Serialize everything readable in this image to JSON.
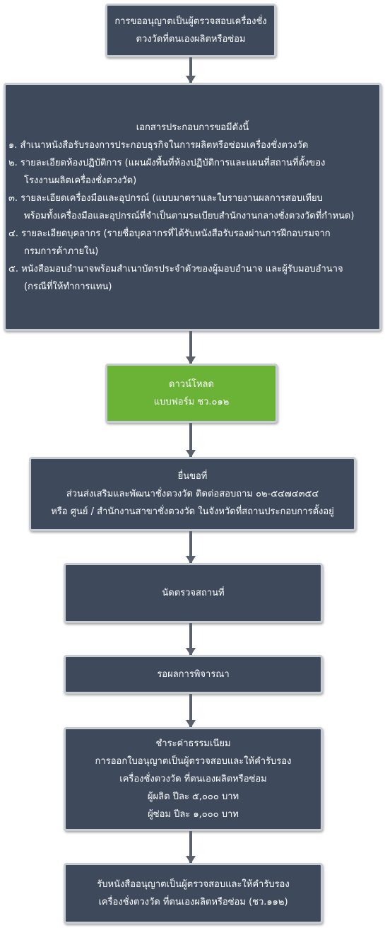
{
  "step1": {
    "lines": [
      "การขออนุญาตเป็นผู้ตรวจสอบเครื่องชั่ง",
      "ตวงวัดที่ตนเองผลิตหรือซ่อม"
    ]
  },
  "step2": {
    "heading": "เอกสารประกอบการขอมีดังนี้",
    "items": [
      {
        "rows": [
          "๑. สำเนาหนังสือรับรองการประกอบธุรกิจในการผลิตหรือซ่อมเครื่องชั่งตวงวัด"
        ]
      },
      {
        "rows": [
          "๒. รายละเอียดห้องปฏิบัติการ (แผนผังพื้นที่ห้องปฏิบัติการและแผนที่สถานที่ตั้งของ",
          "โรงงานผลิตเครื่องชั่งตวงวัด)"
        ]
      },
      {
        "rows": [
          "๓. รายละเอียดเครื่องมือและอุปกรณ์ (แบบมาตราและใบรายงานผลการสอบเทียบ",
          "พร้อมทั้งเครื่องมือและอุปกรณ์ที่จำเป็นตามระเบียบสำนักงานกลางชั่งตวงวัดที่กำหนด)"
        ]
      },
      {
        "rows": [
          "๔. รายละเอียดบุคลากร (รายชื่อบุคลากรที่ได้รับหนังสือรับรองผ่านการฝึกอบรมจาก",
          "กรมการค้าภายใน)"
        ]
      },
      {
        "rows": [
          "๕. หนังสือมอบอำนาจพร้อมสำเนาบัตรประจำตัวของผู้มอบอำนาจ และผู้รับมอบอำนาจ",
          "(กรณีที่ให้ทำการแทน)"
        ]
      }
    ]
  },
  "step3": {
    "lines": [
      "ดาวน์โหลด",
      "แบบฟอร์ม ชว.๐๑๒"
    ]
  },
  "step4": {
    "lines": [
      "ยื่นขอที่",
      "ส่วนส่งเสริมและพัฒนาชั่งตวงวัด  ติดต่อสอบถาม ๐๒-๕๔๗๔๓๕๔",
      "หรือ ศูนย์ / สำนักงานสาขาชั่งตวงวัด ในจังหวัดที่สถานประกอบการตั้งอยู่"
    ]
  },
  "step5": {
    "lines": [
      "นัดตรวจสถานที่"
    ]
  },
  "step6": {
    "lines": [
      "รอผลการพิจารณา"
    ]
  },
  "step7": {
    "lines": [
      "ชำระค่าธรรมเนียม",
      "การออกใบอนุญาตเป็นผู้ตรวจสอบและให้คำรับรอง",
      "เครื่องชั่งตวงวัด ที่ตนเองผลิตหรือซ่อม",
      "ผู้ผลิต  ปีละ ๕,๐๐๐ บาท",
      "ผู้ซ่อม  ปีละ ๑,๐๐๐ บาท"
    ]
  },
  "step8": {
    "lines": [
      "รับหนังสืออนุญาตเป็นผู้ตรวจสอบและให้คำรับรอง",
      "เครื่องชั่งตวงวัด ที่ตนเองผลิตหรือซ่อม (ชว.๑๑๒)"
    ]
  },
  "colors": {
    "box_fill": "#3e4a5c",
    "box_border": "#c8cdd3",
    "download_fill": "#6bb336",
    "arrow": "#59616c",
    "text": "#ffffff"
  }
}
